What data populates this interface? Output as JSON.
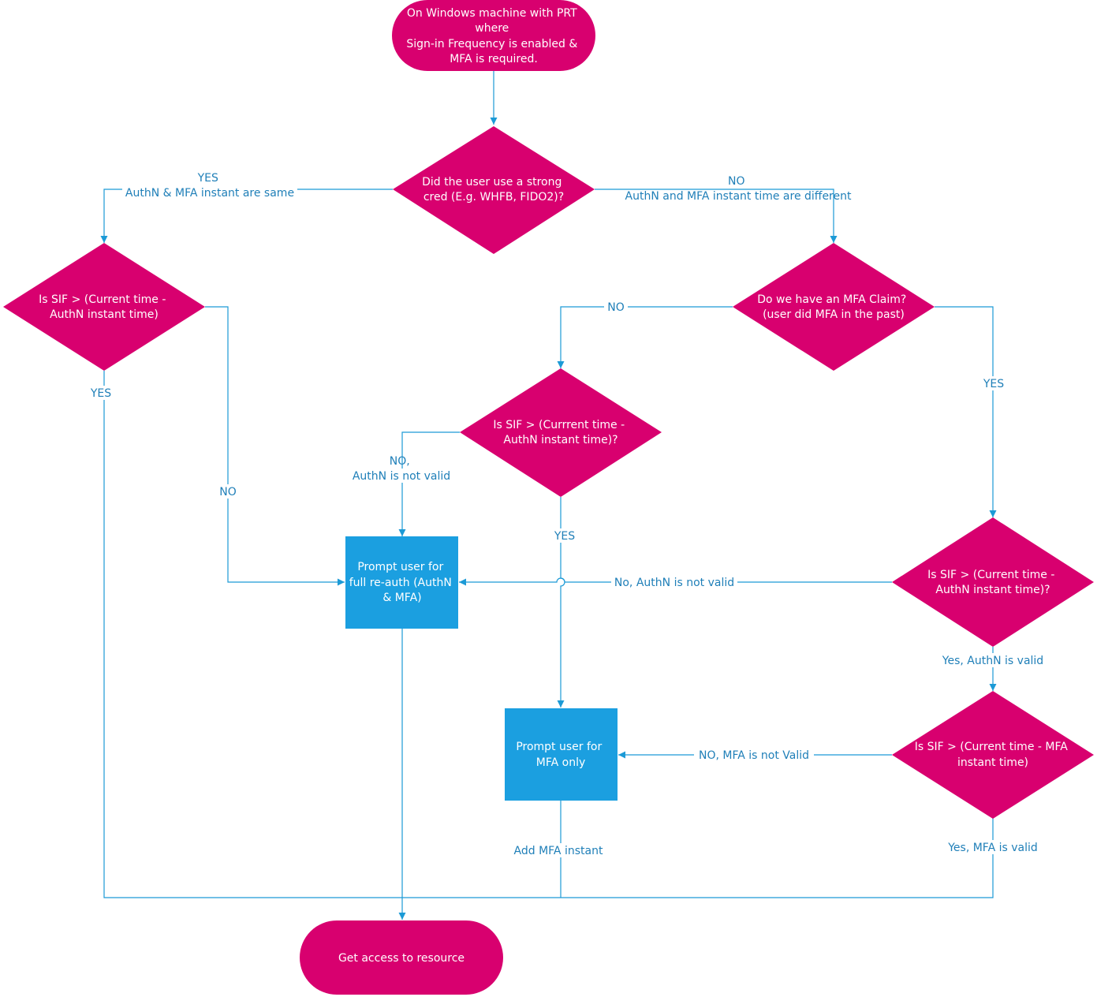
{
  "colors": {
    "decision": "#d8006f",
    "terminal": "#d8006f",
    "process": "#1b9fe0",
    "connector": "#1c9ad6",
    "label": "#1f7fb8"
  },
  "nodes": {
    "start": {
      "lines": [
        "On Windows machine with PRT",
        "where",
        "Sign-in Frequency is enabled &",
        "MFA is required."
      ]
    },
    "d_strong_cred": {
      "lines": [
        "Did the user use a strong",
        "cred (E.g. WHFB, FIDO2)?"
      ]
    },
    "d_sif_left": {
      "lines": [
        "Is SIF > (Current time -",
        "AuthN instant time)"
      ]
    },
    "d_mfa_claim": {
      "lines": [
        "Do we have an MFA Claim?",
        "(user did MFA in the past)"
      ]
    },
    "d_sif_middle": {
      "lines": [
        "Is SIF > (Currrent time -",
        "AuthN instant time)?"
      ]
    },
    "d_sif_right": {
      "lines": [
        "Is SIF > (Current time -",
        "AuthN instant time)?"
      ]
    },
    "d_sif_mfa": {
      "lines": [
        "Is SIF > (Current time - MFA",
        "instant time)"
      ]
    },
    "p_full_reauth": {
      "lines": [
        "Prompt user for",
        "full re-auth (AuthN",
        "& MFA)"
      ]
    },
    "p_mfa_only": {
      "lines": [
        "Prompt user for",
        "MFA only"
      ]
    },
    "end": {
      "lines": [
        "Get access to resource"
      ]
    }
  },
  "edge_labels": {
    "yes_same": [
      "YES",
      "AuthN & MFA instant are same"
    ],
    "no_different": [
      "NO",
      "AuthN and MFA instant time are different"
    ],
    "yes_left": [
      "YES"
    ],
    "no_left": [
      "NO"
    ],
    "no_claim": [
      "NO"
    ],
    "yes_claim": [
      "YES"
    ],
    "no_authn_mid": [
      "NO,",
      "AuthN is not valid"
    ],
    "yes_mid": [
      "YES"
    ],
    "no_authn_right": [
      "No, AuthN is not valid"
    ],
    "yes_authn_valid": [
      "Yes, AuthN is valid"
    ],
    "no_mfa_valid": [
      "NO, MFA is not Valid"
    ],
    "add_mfa": [
      "Add MFA instant"
    ],
    "yes_mfa_valid": [
      "Yes, MFA is valid"
    ]
  }
}
